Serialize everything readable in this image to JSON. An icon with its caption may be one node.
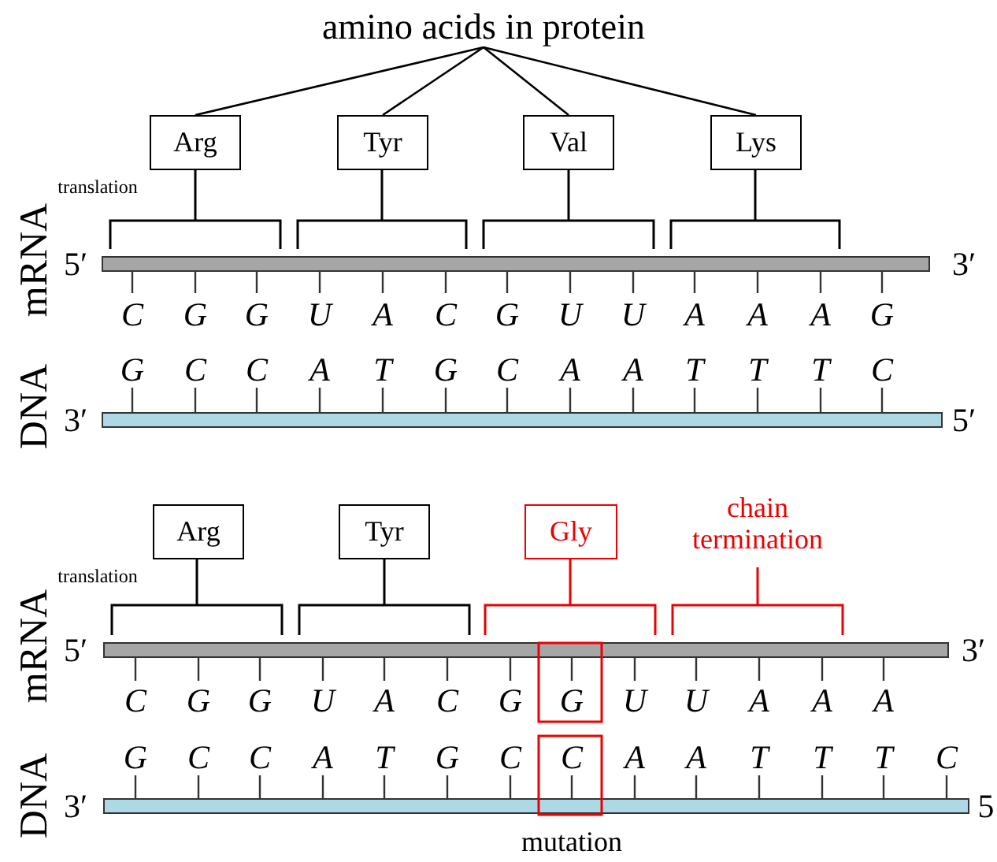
{
  "diagram": {
    "nodes": [
      {
        "text": [
          "amino acids in protein"
        ]
      },
      {
        "text": [
          "Arg"
        ]
      },
      {
        "text": [
          "Tyr"
        ]
      },
      {
        "text": [
          "Val"
        ]
      },
      {
        "text": [
          "Lys"
        ]
      },
      {
        "text": [
          "Arg"
        ]
      },
      {
        "text": [
          "Tyr"
        ]
      },
      {
        "text": [
          "Gly"
        ]
      }
    ],
    "edges": [
      {
        "from": 0,
        "to": 1,
        "arrow": "none"
      },
      {
        "from": 0,
        "to": 2,
        "arrow": "none"
      },
      {
        "from": 0,
        "to": 3,
        "arrow": "none"
      },
      {
        "from": 0,
        "to": 4,
        "arrow": "none"
      }
    ],
    "labels": [
      "translation",
      "mRNA",
      "5′",
      "3′",
      "C",
      "G",
      "G",
      "U",
      "A",
      "C",
      "G",
      "U",
      "U",
      "A",
      "A",
      "A",
      "G",
      "G",
      "C",
      "C",
      "A",
      "T",
      "G",
      "C",
      "A",
      "A",
      "T",
      "T",
      "T",
      "C",
      "DNA",
      "3′",
      "5′",
      "chain termination",
      "translation",
      "mRNA",
      "5′",
      "3′",
      "C",
      "G",
      "G",
      "U",
      "A",
      "C",
      "G",
      "G",
      "U",
      "U",
      "A",
      "A",
      "A",
      "G",
      "C",
      "C",
      "A",
      "T",
      "G",
      "C",
      "C",
      "A",
      "A",
      "T",
      "T",
      "T",
      "C",
      "DNA",
      "3′",
      "5",
      "mutation"
    ]
  }
}
